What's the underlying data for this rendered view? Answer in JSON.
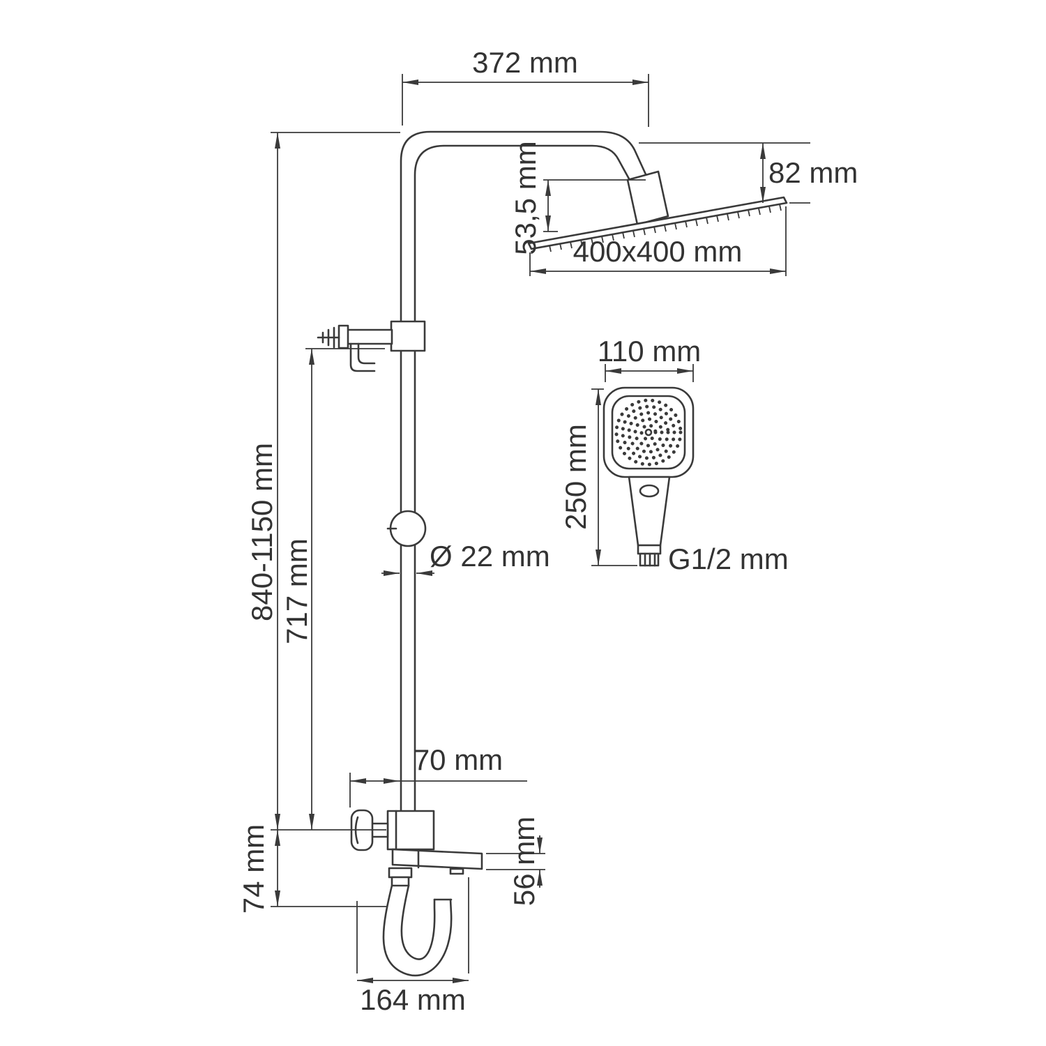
{
  "drawing": {
    "type": "technical-dimension-drawing",
    "subject": "shower-column-system",
    "line_color": "#3a3a3a",
    "background": "#ffffff",
    "labels": {
      "arm_reach": "372 mm",
      "head_height": "82 mm",
      "head_offset": "53,5 mm",
      "head_size": "400x400 mm",
      "hand_width": "110 mm",
      "hand_length": "250 mm",
      "hand_connection": "G1/2 mm",
      "total_height": "840-1150 mm",
      "column_height": "717 mm",
      "pipe_diameter": "Ø 22 mm",
      "spout_offset": "70 mm",
      "mixer_drop": "74 mm",
      "spout_height": "56 mm",
      "spout_length": "164 mm"
    }
  }
}
